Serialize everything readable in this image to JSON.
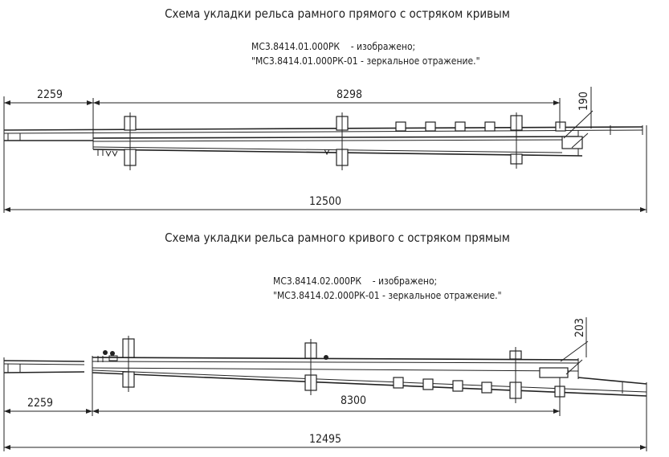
{
  "scheme_1": {
    "title": "Схема укладки рельса рамного прямого с остряком кривым",
    "code_line_1": "МС3.8414.01.000РК    - изображено;",
    "code_line_2": "\"МС3.8414.01.000РК-01 - зеркальное отражение.\"",
    "dimensions": {
      "left": "2259",
      "middle": "8298",
      "gap": "190",
      "total": "12500"
    }
  },
  "scheme_2": {
    "title": "Схема укладки рельса рамного кривого с остряком прямым",
    "code_line_1": "МС3.8414.02.000РК    - изображено;",
    "code_line_2": "\"МС3.8414.02.000РК-01 - зеркальное отражение.\"",
    "dimensions": {
      "left": "2259",
      "middle": "8300",
      "gap": "203",
      "total": "12495"
    }
  }
}
